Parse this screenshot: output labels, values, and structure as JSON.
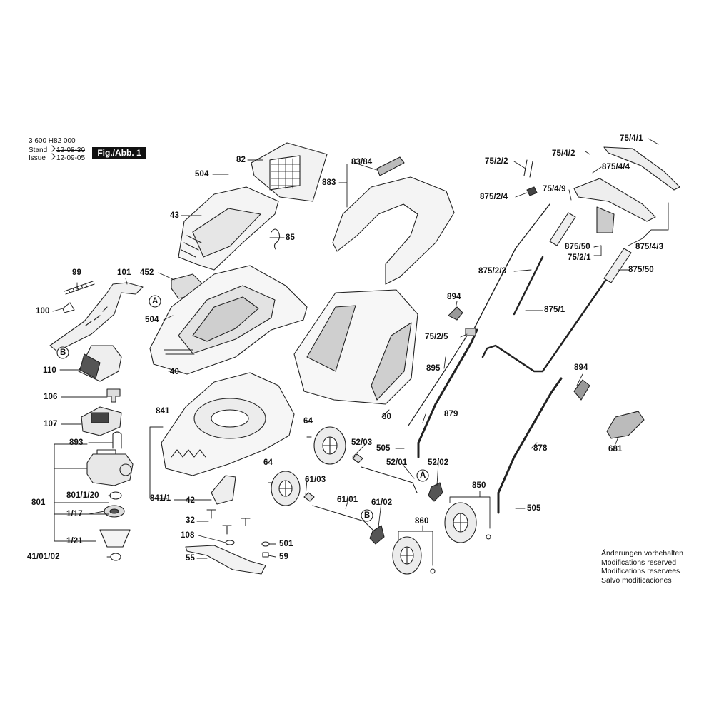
{
  "header": {
    "part_number": "3 600 H82 000",
    "stand_label": "Stand",
    "stand_date": "12-08-30",
    "issue_label": "Issue",
    "issue_date": "12-09-05",
    "figure_label": "Fig./Abb. 1"
  },
  "callouts": [
    {
      "id": "c82",
      "label": "82"
    },
    {
      "id": "c504a",
      "label": "504"
    },
    {
      "id": "c43",
      "label": "43"
    },
    {
      "id": "c85",
      "label": "85"
    },
    {
      "id": "c452",
      "label": "452"
    },
    {
      "id": "c99",
      "label": "99"
    },
    {
      "id": "c101",
      "label": "101"
    },
    {
      "id": "c100",
      "label": "100"
    },
    {
      "id": "c504b",
      "label": "504"
    },
    {
      "id": "c110",
      "label": "110"
    },
    {
      "id": "c40",
      "label": "40"
    },
    {
      "id": "c106",
      "label": "106"
    },
    {
      "id": "c107",
      "label": "107"
    },
    {
      "id": "c893",
      "label": "893"
    },
    {
      "id": "c801",
      "label": "801"
    },
    {
      "id": "c801_1_20",
      "label": "801/1/20"
    },
    {
      "id": "c1_17",
      "label": "1/17"
    },
    {
      "id": "c1_21",
      "label": "1/21"
    },
    {
      "id": "c41_01_02",
      "label": "41/01/02"
    },
    {
      "id": "c841",
      "label": "841"
    },
    {
      "id": "c841_1",
      "label": "841/1"
    },
    {
      "id": "c42",
      "label": "42"
    },
    {
      "id": "c32",
      "label": "32"
    },
    {
      "id": "c108",
      "label": "108"
    },
    {
      "id": "c55",
      "label": "55"
    },
    {
      "id": "c501",
      "label": "501"
    },
    {
      "id": "c59",
      "label": "59"
    },
    {
      "id": "c83_84",
      "label": "83/84"
    },
    {
      "id": "c883",
      "label": "883"
    },
    {
      "id": "c64a",
      "label": "64"
    },
    {
      "id": "c64b",
      "label": "64"
    },
    {
      "id": "c80",
      "label": "80"
    },
    {
      "id": "c52_03",
      "label": "52/03"
    },
    {
      "id": "c505a",
      "label": "505"
    },
    {
      "id": "c52_01",
      "label": "52/01"
    },
    {
      "id": "c52_02",
      "label": "52/02"
    },
    {
      "id": "c61_03",
      "label": "61/03"
    },
    {
      "id": "c61_01",
      "label": "61/01"
    },
    {
      "id": "c61_02",
      "label": "61/02"
    },
    {
      "id": "c75_2_2",
      "label": "75/2/2"
    },
    {
      "id": "c875_2_4",
      "label": "875/2/4"
    },
    {
      "id": "c875_2_3",
      "label": "875/2/3"
    },
    {
      "id": "c894a",
      "label": "894"
    },
    {
      "id": "c75_2_5",
      "label": "75/2/5"
    },
    {
      "id": "c895",
      "label": "895"
    },
    {
      "id": "c879",
      "label": "879"
    },
    {
      "id": "c75_4_1",
      "label": "75/4/1"
    },
    {
      "id": "c75_4_2",
      "label": "75/4/2"
    },
    {
      "id": "c875_4_4",
      "label": "875/4/4"
    },
    {
      "id": "c75_4_9",
      "label": "75/4/9"
    },
    {
      "id": "c875_50a",
      "label": "875/50"
    },
    {
      "id": "c75_2_1",
      "label": "75/2/1"
    },
    {
      "id": "c875_4_3",
      "label": "875/4/3"
    },
    {
      "id": "c875_50b",
      "label": "875/50"
    },
    {
      "id": "c875_1",
      "label": "875/1"
    },
    {
      "id": "c894b",
      "label": "894"
    },
    {
      "id": "c878",
      "label": "878"
    },
    {
      "id": "c681",
      "label": "681"
    },
    {
      "id": "c850",
      "label": "850"
    },
    {
      "id": "c505b",
      "label": "505"
    },
    {
      "id": "c860",
      "label": "860"
    }
  ],
  "markers": {
    "a1": "A",
    "a2": "A",
    "b1": "B",
    "b2": "B"
  },
  "footnote": [
    "Änderungen vorbehalten",
    "Modifications reserved",
    "Modifications reservees",
    "Salvo modificaciones"
  ]
}
